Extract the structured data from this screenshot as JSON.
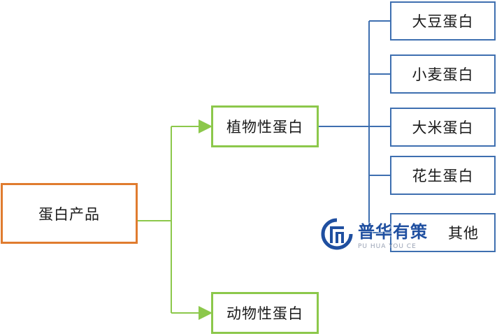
{
  "diagram": {
    "root": {
      "label": "蛋白产品"
    },
    "branches": [
      {
        "label": "植物性蛋白"
      },
      {
        "label": "动物性蛋白"
      }
    ],
    "leaves": [
      {
        "label": "大豆蛋白"
      },
      {
        "label": "小麦蛋白"
      },
      {
        "label": "大米蛋白"
      },
      {
        "label": "花生蛋白"
      },
      {
        "label": "其他"
      }
    ],
    "colors": {
      "root_border": "#e07c2f",
      "branch_border": "#8cc84b",
      "leaf_border": "#3e6fb0",
      "green_connector": "#8cc84b",
      "blue_connector": "#3e6fb0"
    }
  },
  "watermark": {
    "brand_cn": "普华有策",
    "brand_en": "PU HUA YOU CE",
    "logo_icon": "puhua-logo-icon"
  }
}
